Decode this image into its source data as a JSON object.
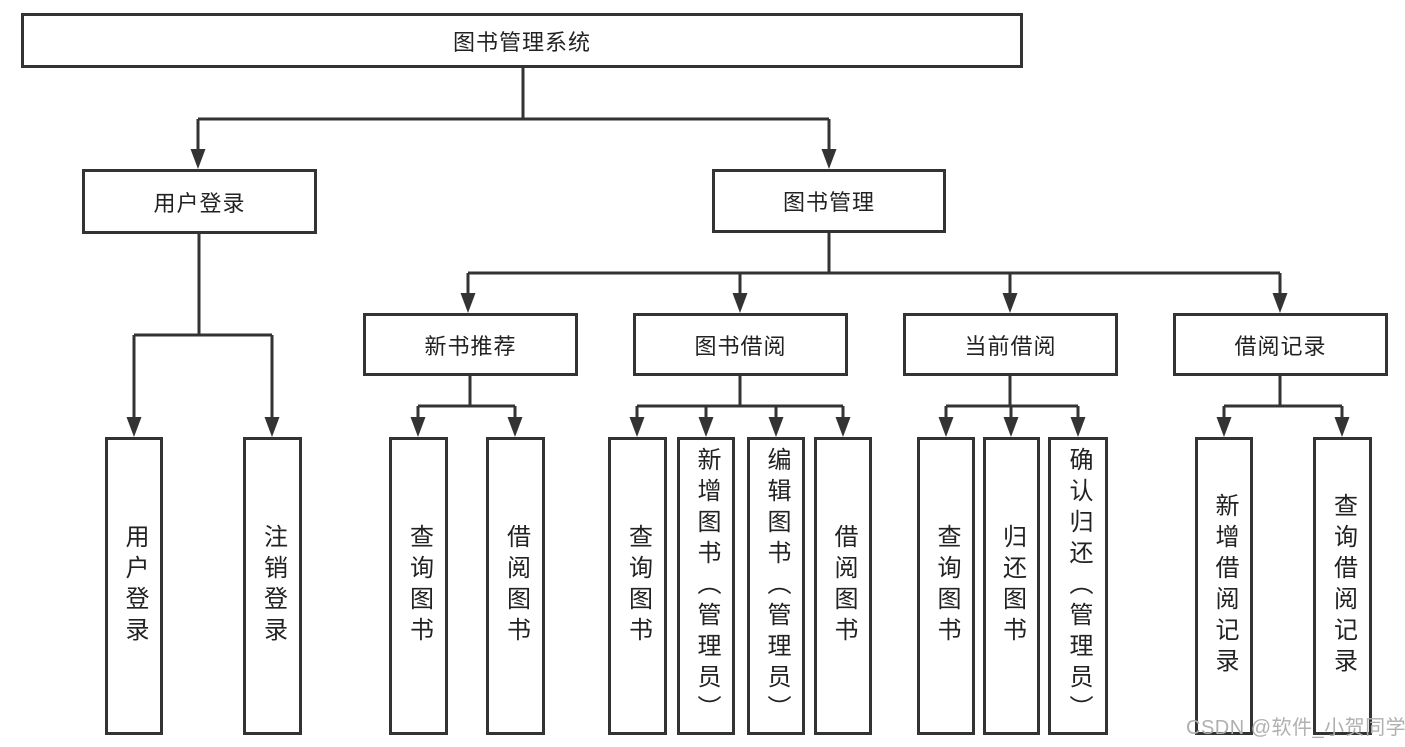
{
  "diagram": {
    "root": {
      "label": "图书管理系统"
    },
    "branches": [
      {
        "label": "用户登录",
        "children": [
          {
            "label": "用户登录"
          },
          {
            "label": "注销登录"
          }
        ]
      },
      {
        "label": "图书管理",
        "children": [
          {
            "label": "新书推荐",
            "children": [
              {
                "label": "查询图书"
              },
              {
                "label": "借阅图书"
              }
            ]
          },
          {
            "label": "图书借阅",
            "children": [
              {
                "label": "查询图书"
              },
              {
                "label": "新增图书（管理员）"
              },
              {
                "label": "编辑图书（管理员）"
              },
              {
                "label": "借阅图书"
              }
            ]
          },
          {
            "label": "当前借阅",
            "children": [
              {
                "label": "查询图书"
              },
              {
                "label": "归还图书"
              },
              {
                "label": "确认归还（管理员）"
              }
            ]
          },
          {
            "label": "借阅记录",
            "children": [
              {
                "label": "新增借阅记录"
              },
              {
                "label": "查询借阅记录"
              }
            ]
          }
        ]
      }
    ],
    "watermark": "CSDN @软件_小贺同学",
    "colors": {
      "line": "#333333",
      "text": "#222222",
      "watermark": "#b0b0b0",
      "background": "#ffffff"
    }
  }
}
